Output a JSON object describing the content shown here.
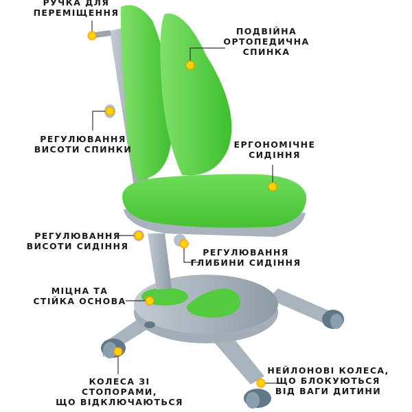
{
  "colors": {
    "upholstery": "#5fd24a",
    "frame": "#a9b3bd",
    "marker": "#ffd200",
    "marker_ring": "#ff8a00",
    "text": "#1a1a1a"
  },
  "callouts": [
    {
      "id": "handle",
      "lines": [
        "РУЧКА ДЛЯ",
        "ПЕРЕМІЩЕННЯ"
      ]
    },
    {
      "id": "backrest",
      "lines": [
        "ПОДВІЙНА",
        "ОРТОПЕДИЧНА",
        "СПИНКА"
      ]
    },
    {
      "id": "back-height",
      "lines": [
        "РЕГУЛЮВАННЯ",
        "ВИСОТИ СПИНКИ"
      ]
    },
    {
      "id": "seat",
      "lines": [
        "ЕРГОНОМІЧНЕ",
        "СИДІННЯ"
      ]
    },
    {
      "id": "seat-height",
      "lines": [
        "РЕГУЛЮВАННЯ",
        "ВИСОТИ СИДІННЯ"
      ]
    },
    {
      "id": "seat-depth",
      "lines": [
        "РЕГУЛЮВАННЯ",
        "ГЛИБИНИ СИДІННЯ"
      ]
    },
    {
      "id": "base",
      "lines": [
        "МІЦНА ТА",
        "СТІЙКА ОСНОВА"
      ]
    },
    {
      "id": "stopper-wheels",
      "lines": [
        "КОЛЕСА ЗІ",
        "СТОПОРАМИ,",
        "ЩО ВІДКЛЮЧАЮТЬСЯ"
      ]
    },
    {
      "id": "nylon-wheels",
      "lines": [
        "НЕЙЛОНОВІ КОЛЕСА,",
        "ЩО БЛОКУЮТЬСЯ",
        "ВІД ВАГИ ДИТИНИ"
      ]
    }
  ]
}
